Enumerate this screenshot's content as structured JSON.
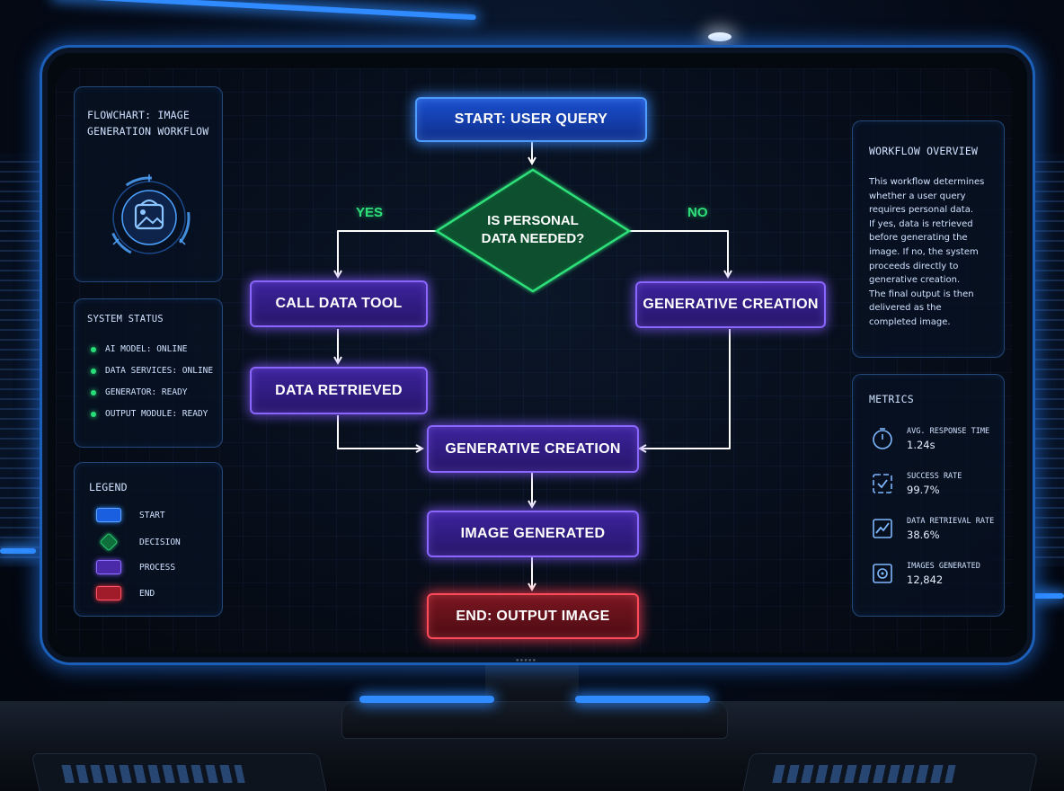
{
  "left": {
    "title": "FLOWCHART: IMAGE GENERATION WORKFLOW",
    "icon": "image-gallery-icon",
    "system_status": {
      "title": "SYSTEM STATUS",
      "items": [
        {
          "label": "AI MODEL: ONLINE"
        },
        {
          "label": "DATA SERVICES: ONLINE"
        },
        {
          "label": "GENERATOR: READY"
        },
        {
          "label": "OUTPUT MODULE: READY"
        }
      ],
      "status_color": "#27e07a"
    },
    "legend": {
      "title": "LEGEND",
      "items": [
        {
          "label": "START",
          "color": "#1a5fe0"
        },
        {
          "label": "DECISION",
          "color": "#33e07a"
        },
        {
          "label": "PROCESS",
          "color": "#8f6dff"
        },
        {
          "label": "END",
          "color": "#ff5566"
        }
      ]
    }
  },
  "flow": {
    "start": "START: USER QUERY",
    "decision_line1": "IS PERSONAL",
    "decision_line2": "DATA NEEDED?",
    "yes": "YES",
    "no": "NO",
    "call_data_tool": "CALL DATA TOOL",
    "data_retrieved": "DATA RETRIEVED",
    "generative_creation_right": "GENERATIVE CREATION",
    "generative_creation_center": "GENERATIVE CREATION",
    "image_generated": "IMAGE GENERATED",
    "end": "END: OUTPUT IMAGE"
  },
  "right": {
    "overview": {
      "title": "WORKFLOW OVERVIEW",
      "lines": [
        "This workflow determines",
        "whether a user query",
        "requires personal data.",
        "If yes, data is retrieved",
        "before generating the",
        "image. If no, the system",
        "proceeds directly to",
        "generative creation.",
        "The final output is then",
        "delivered as the",
        "completed image."
      ]
    },
    "metrics": {
      "title": "METRICS",
      "items": [
        {
          "label": "AVG. RESPONSE TIME",
          "value": "1.24s",
          "icon": "stopwatch-icon"
        },
        {
          "label": "SUCCESS RATE",
          "value": "99.7%",
          "icon": "success-target-icon"
        },
        {
          "label": "DATA RETRIEVAL RATE",
          "value": "38.6%",
          "icon": "chart-up-icon"
        },
        {
          "label": "IMAGES GENERATED",
          "value": "12,842",
          "icon": "image-frame-icon"
        }
      ]
    }
  },
  "colors": {
    "start": "#1a4fd0",
    "decision": "#2fe07a",
    "process": "#3c239c",
    "end": "#7a1620",
    "frame": "#2f8bff"
  }
}
